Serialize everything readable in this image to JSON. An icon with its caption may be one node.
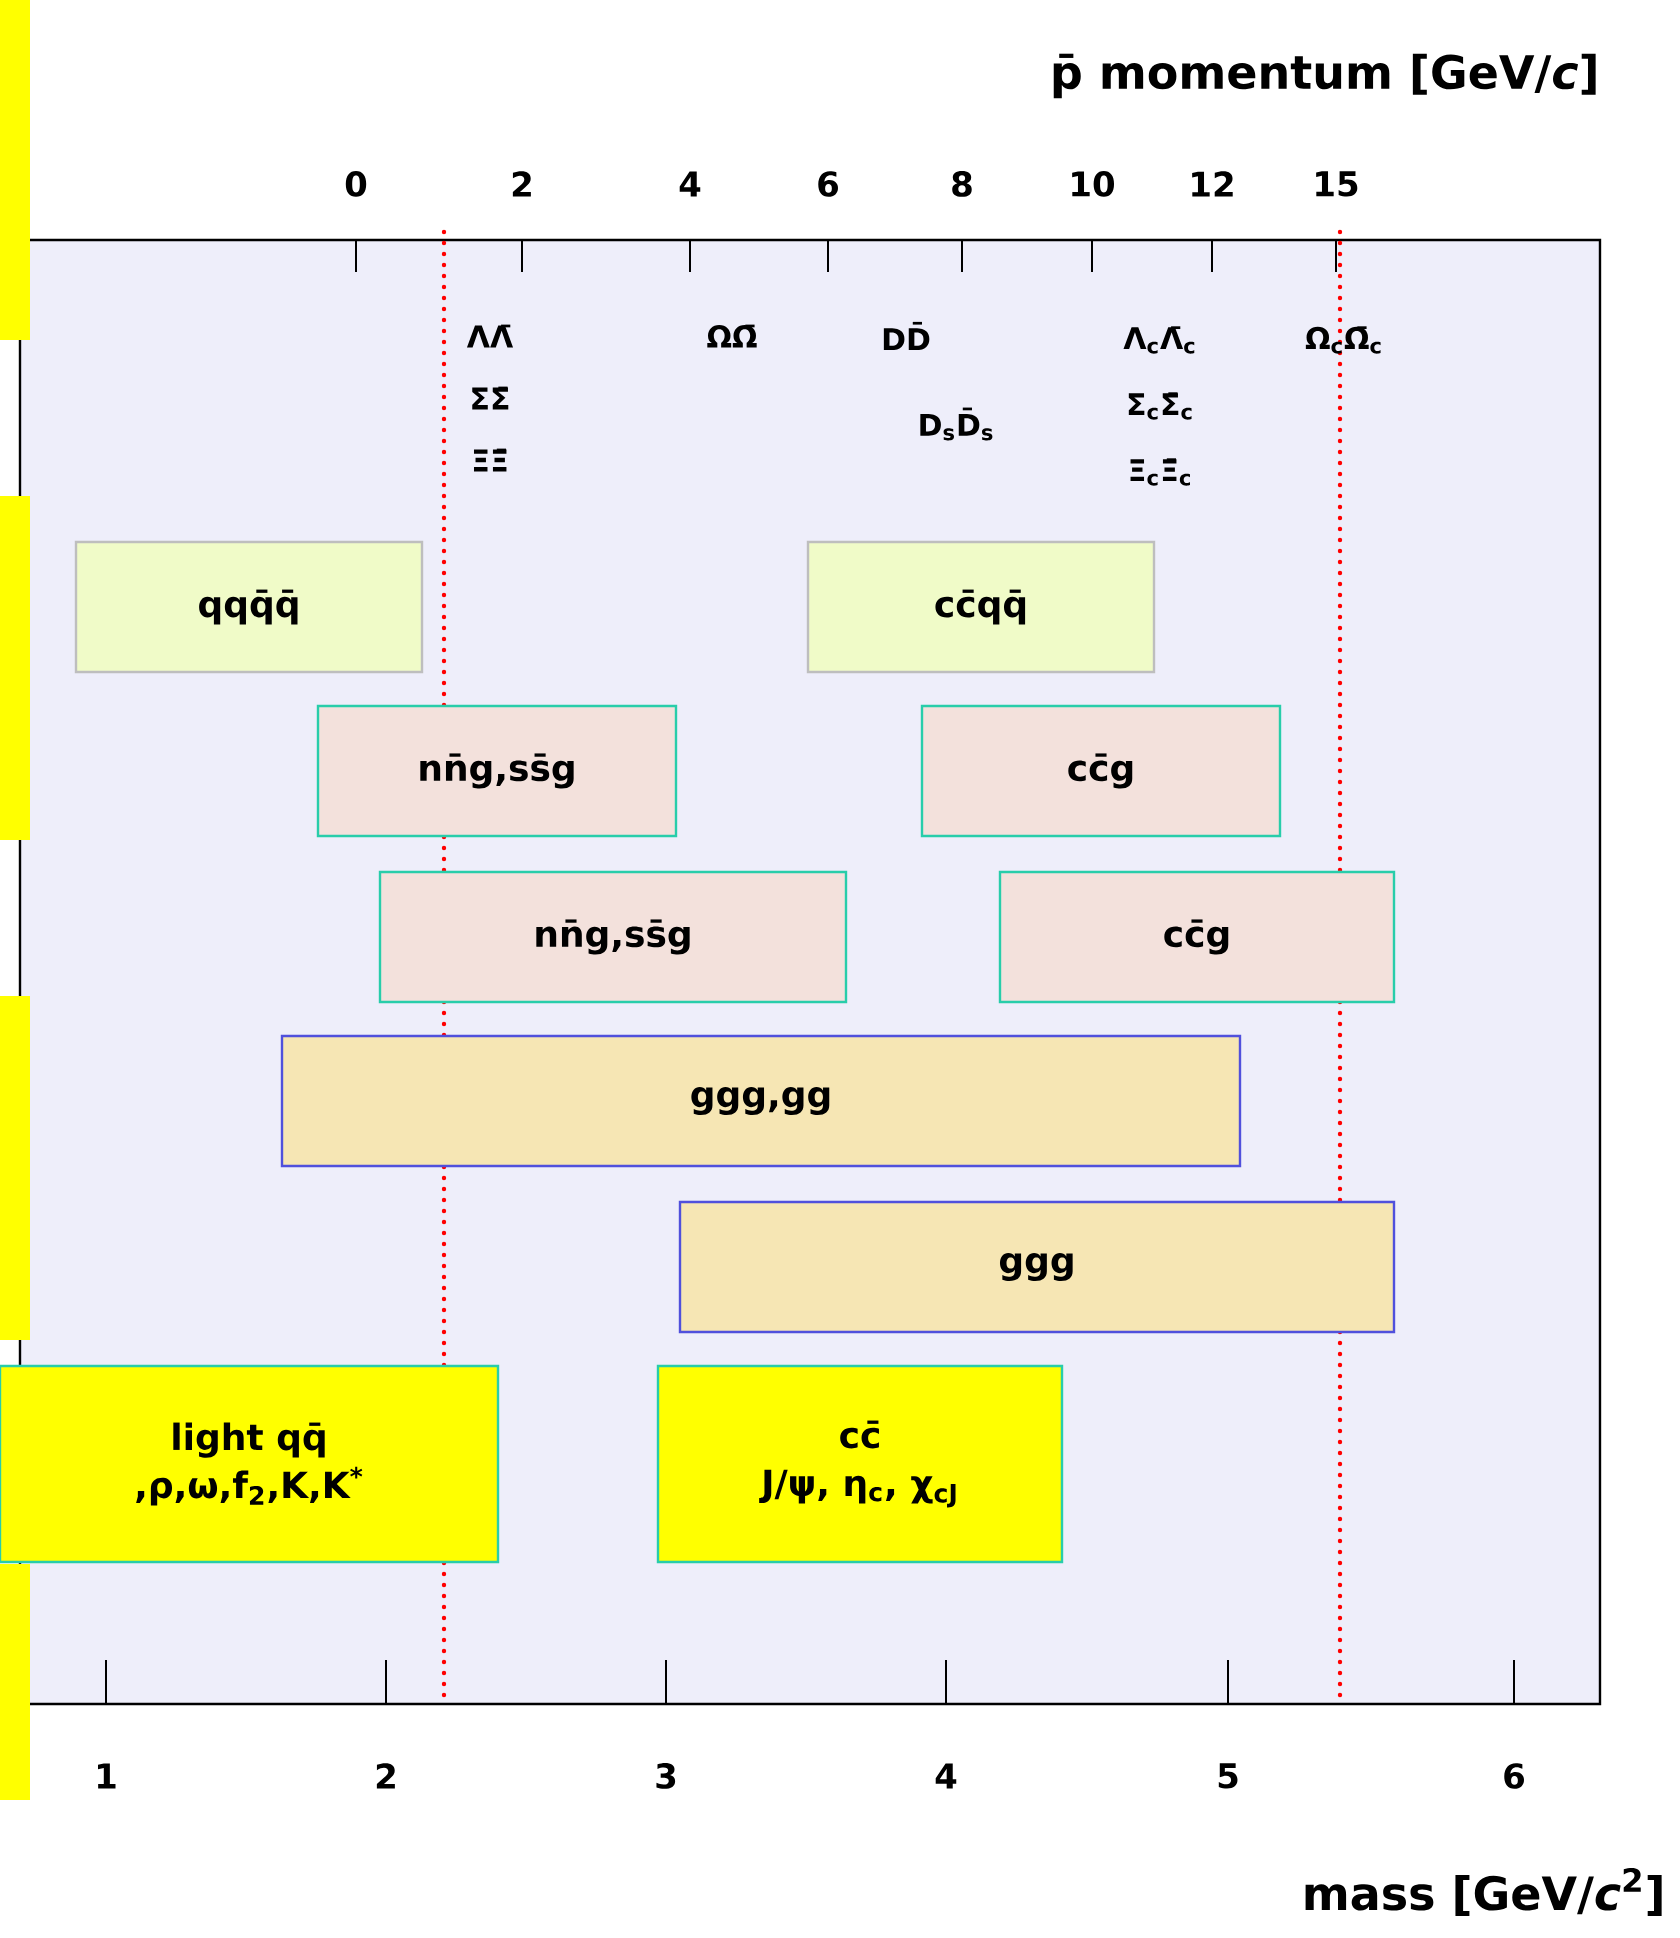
{
  "diagram": {
    "nodes": [
      {
        "text": [],
        "shape": "box"
      },
      {
        "text": [],
        "shape": "box"
      },
      {
        "text": [
          "qqq̄q̄"
        ]
      },
      {
        "text": [
          "cc̄qq̄"
        ]
      },
      {
        "text": [
          "nn̄g,ss̄g"
        ]
      },
      {
        "text": [
          "cc̄g"
        ]
      },
      {
        "text": [
          "nn̄g,ss̄g"
        ]
      },
      {
        "text": [
          "cc̄g"
        ]
      },
      {
        "text": [],
        "shape": "box"
      },
      {
        "text": [
          "ggg,gg"
        ]
      },
      {
        "text": [
          "ggg"
        ]
      },
      {
        "text": [
          "light qq̄",
          ",ρ,ω,f$_{2}$,K,K$^{*}$"
        ]
      },
      {
        "text": [
          "cc̄",
          "J/ψ, η$_{c}$, χ$_{cJ}$"
        ]
      },
      {
        "text": [],
        "shape": "box"
      }
    ],
    "labels": [
      "p̄ momentum [GeV/*c*]",
      "0",
      "2",
      "4",
      "6",
      "8",
      "10",
      "12",
      "15",
      "ΛΛ̄",
      "ΩΩ̄",
      "DD̄",
      "Λ$_{c}$Λ̄$_{c}$",
      "Ω$_{c}$Ω̄$_{c}$",
      "ΣΣ̄",
      "Σ$_{c}$Σ̄$_{c}$",
      "D$_{s}$D̄$_{s}$",
      "ΞΞ̄",
      "Ξ$_{c}$Ξ̄$_{c}$",
      "1",
      "2",
      "3",
      "4",
      "5",
      "6",
      "mass [GeV/*c*$^{2}$]"
    ]
  }
}
